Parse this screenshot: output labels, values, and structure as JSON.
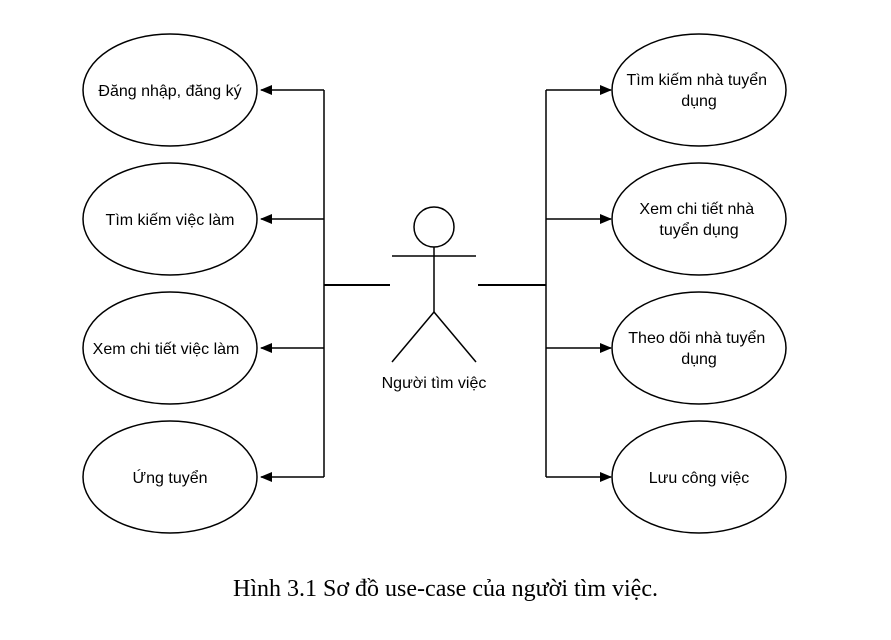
{
  "actor": {
    "label": "Người tìm việc"
  },
  "use_cases_left": [
    {
      "lines": [
        "Đăng nhập, đăng ký"
      ]
    },
    {
      "lines": [
        "Tìm kiếm việc làm"
      ]
    },
    {
      "lines": [
        "Xem chi tiết việc làm"
      ]
    },
    {
      "lines": [
        "Ứng tuyển"
      ]
    }
  ],
  "use_cases_right": [
    {
      "lines": [
        "Tìm kiếm nhà tuyển",
        "dụng"
      ]
    },
    {
      "lines": [
        "Xem chi tiết nhà",
        "tuyển dụng"
      ]
    },
    {
      "lines": [
        "Theo dõi nhà tuyển",
        "dụng"
      ]
    },
    {
      "lines": [
        "Lưu công việc"
      ]
    }
  ],
  "caption": "Hình 3.1 Sơ đồ use-case của người tìm việc."
}
